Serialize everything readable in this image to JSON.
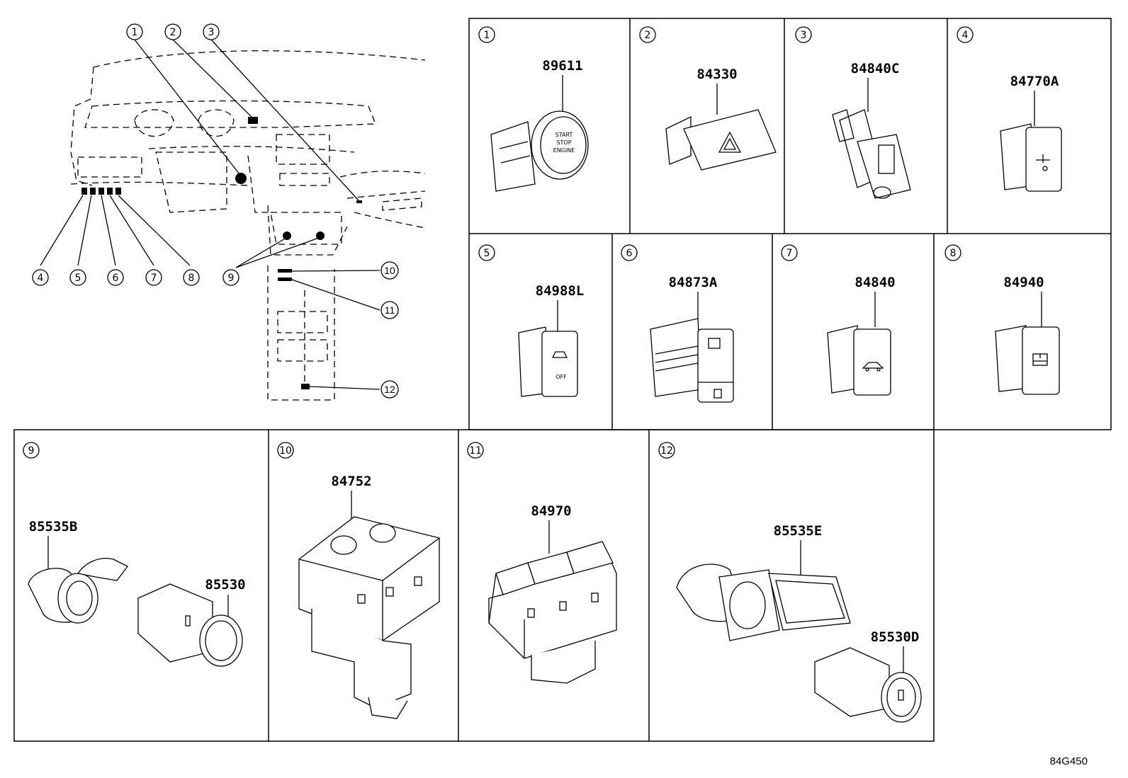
{
  "diagram_code": "84G450",
  "callouts": [
    "1",
    "2",
    "3",
    "4",
    "5",
    "6",
    "7",
    "8",
    "9",
    "10",
    "11",
    "12"
  ],
  "cells": [
    {
      "label": "1",
      "parts": [
        "89611"
      ],
      "button_text": [
        "START",
        "STOP",
        "ENGINE"
      ]
    },
    {
      "label": "2",
      "parts": [
        "84330"
      ]
    },
    {
      "label": "3",
      "parts": [
        "84840C"
      ]
    },
    {
      "label": "4",
      "parts": [
        "84770A"
      ]
    },
    {
      "label": "5",
      "parts": [
        "84988L"
      ],
      "button_text": [
        "OFF"
      ]
    },
    {
      "label": "6",
      "parts": [
        "84873A"
      ]
    },
    {
      "label": "7",
      "parts": [
        "84840"
      ]
    },
    {
      "label": "8",
      "parts": [
        "84940"
      ]
    },
    {
      "label": "9",
      "parts": [
        "85535B",
        "85530"
      ]
    },
    {
      "label": "10",
      "parts": [
        "84752"
      ]
    },
    {
      "label": "11",
      "parts": [
        "84970"
      ]
    },
    {
      "label": "12",
      "parts": [
        "85535E",
        "85530D"
      ]
    }
  ]
}
